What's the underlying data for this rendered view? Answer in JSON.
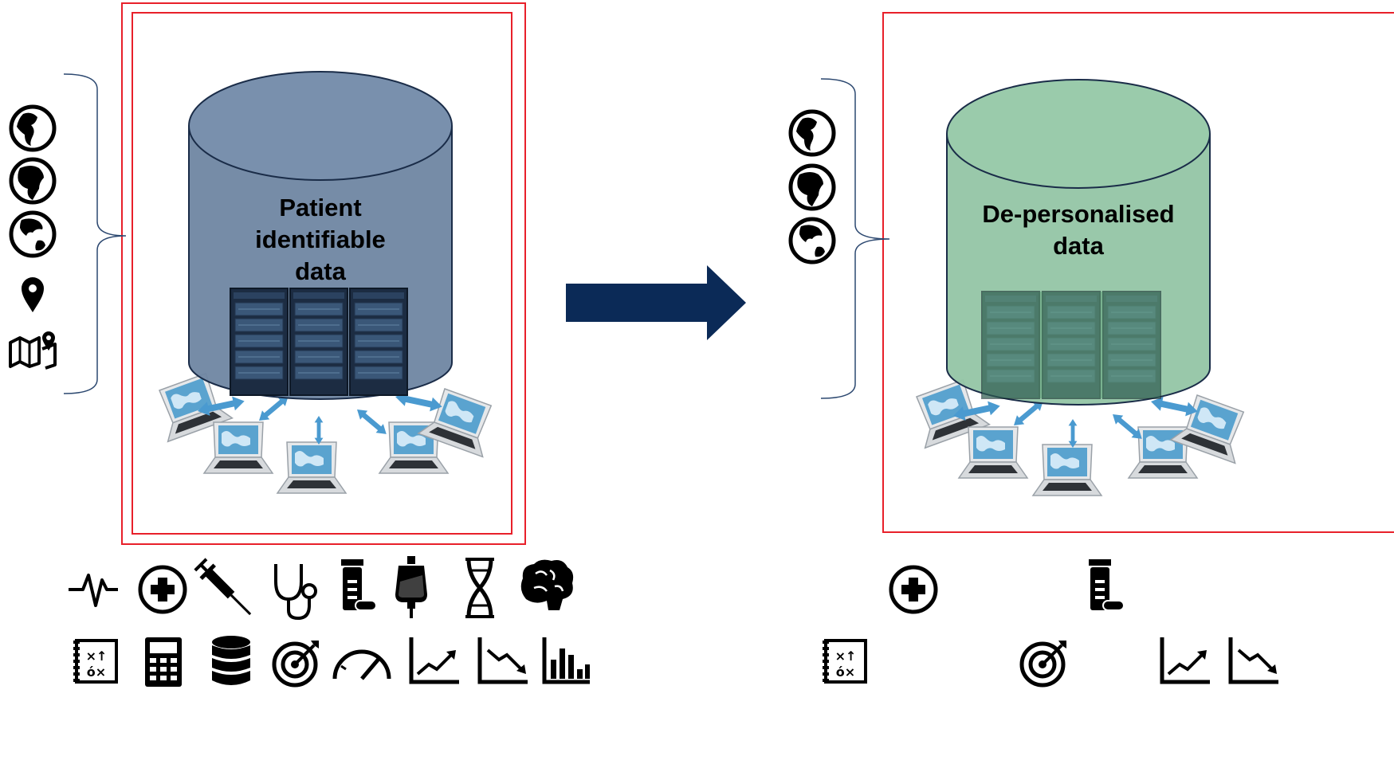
{
  "left_panel": {
    "label_lines": [
      "Patient",
      "identifiable",
      "data"
    ],
    "cylinder_color": "#6f86a2",
    "border_color": "#e8202a",
    "side_icons": [
      "globe-americas-icon",
      "globe-africa-icon",
      "globe-asia-icon",
      "map-pin-icon",
      "map-icon"
    ],
    "bottom_icons_row1": [
      "heartbeat-icon",
      "plus-circle-icon",
      "syringe-icon",
      "stethoscope-icon",
      "pill-bottle-icon",
      "iv-bag-icon",
      "dna-icon",
      "brain-icon"
    ],
    "bottom_icons_row2": [
      "strategy-board-icon",
      "calculator-icon",
      "database-icon",
      "target-icon",
      "gauge-icon",
      "trend-up-icon",
      "trend-down-icon",
      "bar-chart-icon"
    ]
  },
  "right_panel": {
    "label_lines": [
      "De-personalised",
      "data"
    ],
    "cylinder_color": "#93c5a5",
    "border_color": "#e8202a",
    "side_icons": [
      "globe-americas-icon",
      "globe-africa-icon",
      "globe-asia-icon"
    ],
    "bottom_icons_row1": [
      "plus-circle-icon",
      "pill-bottle-icon"
    ],
    "bottom_icons_row2": [
      "strategy-board-icon",
      "target-icon",
      "trend-up-icon",
      "trend-down-icon"
    ]
  },
  "arrow": {
    "color": "#0b2a57",
    "direction": "right"
  }
}
